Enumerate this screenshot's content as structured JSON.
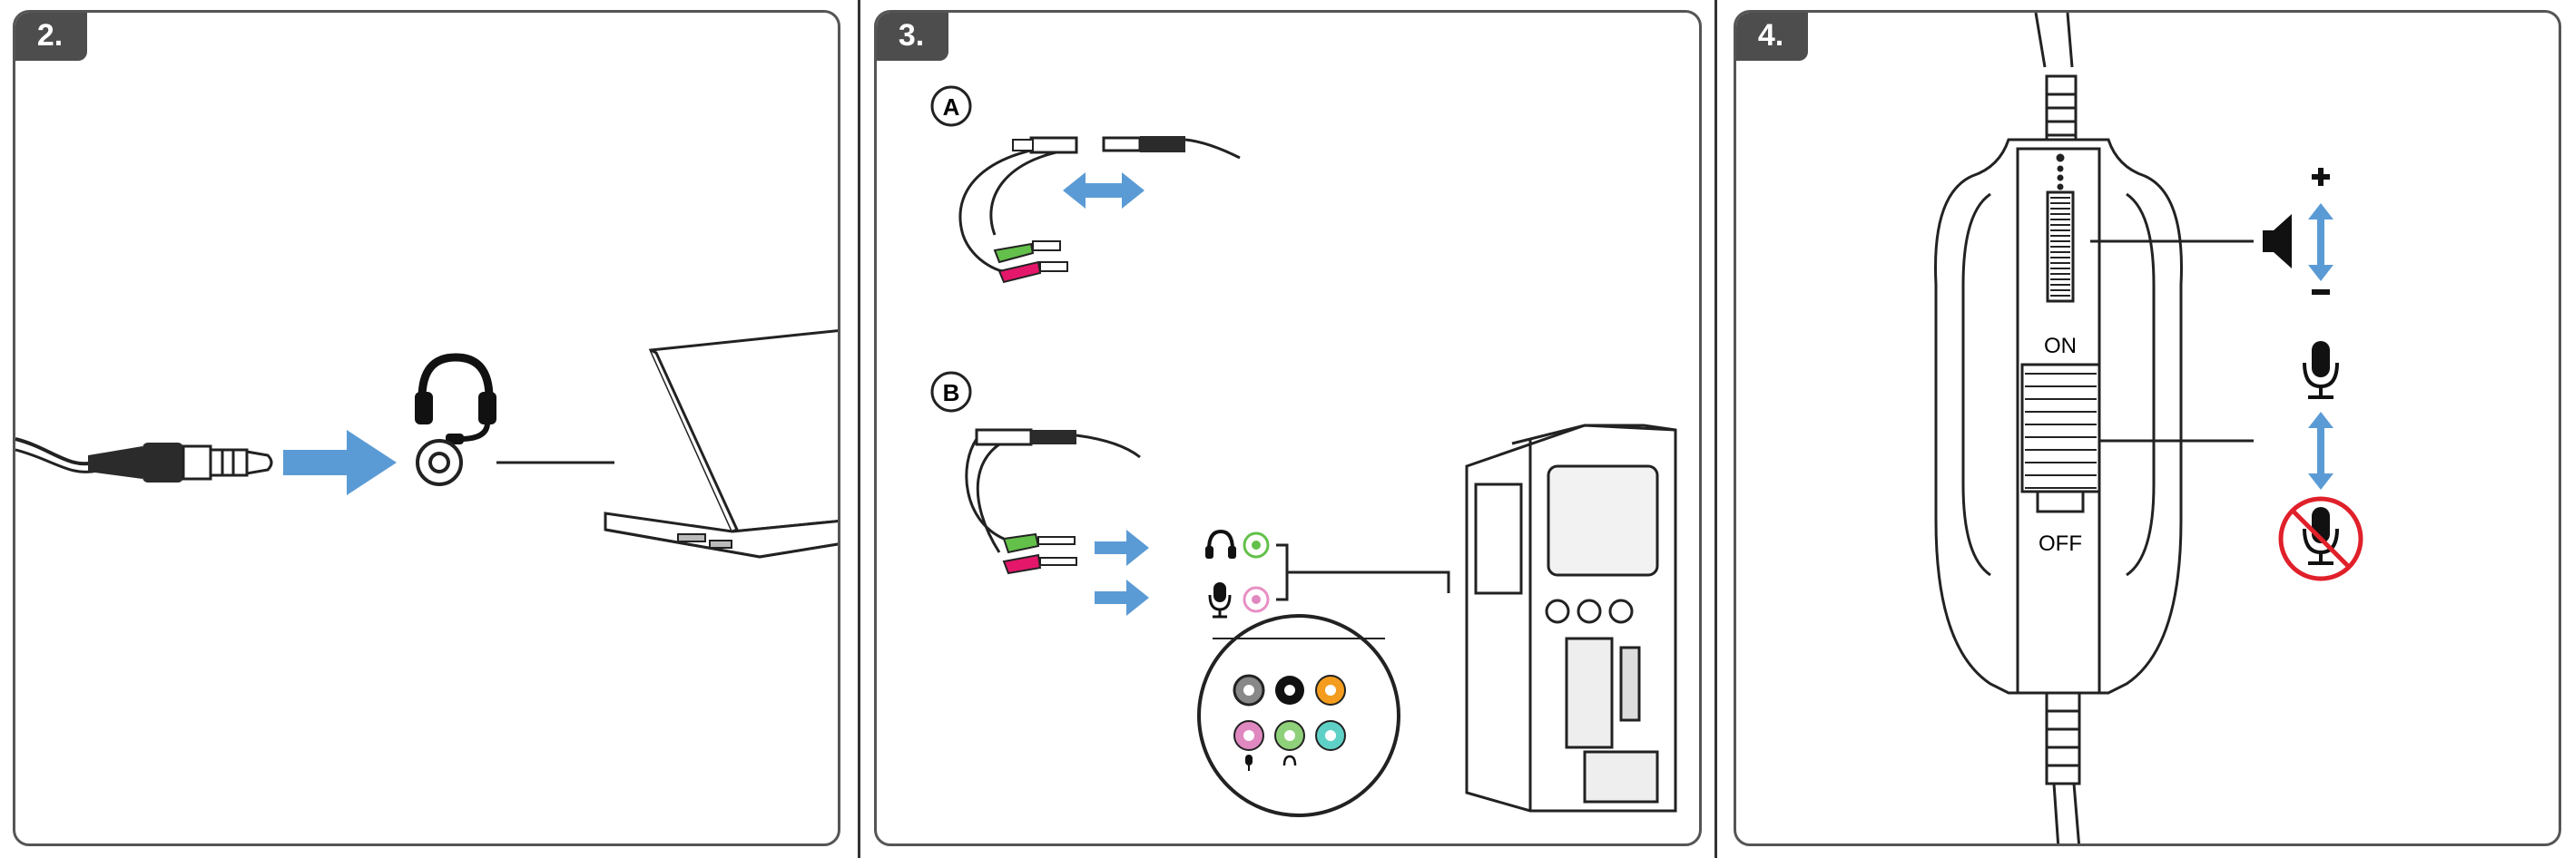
{
  "panels": [
    {
      "step": "2."
    },
    {
      "step": "3.",
      "options": [
        "A",
        "B"
      ]
    },
    {
      "step": "4.",
      "switch_on": "ON",
      "switch_off": "OFF"
    }
  ],
  "colors": {
    "arrow_blue": "#5b9bd5",
    "plug_green": "#63c04a",
    "plug_pink": "#e5176b",
    "mute_red": "#e0202a",
    "port_orange": "#f39c1e",
    "port_teal": "#5fd0c5"
  },
  "icons": [
    "headset-icon",
    "headphones-icon",
    "microphone-icon",
    "speaker-icon",
    "muted-microphone-icon"
  ]
}
